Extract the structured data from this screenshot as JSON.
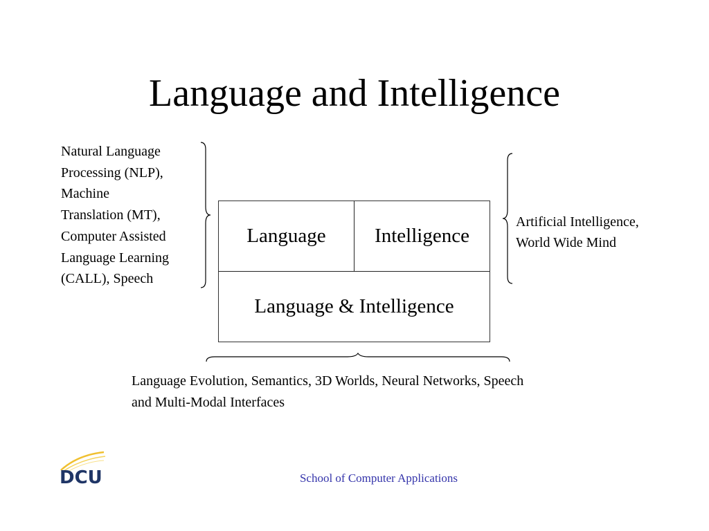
{
  "slide": {
    "title": "Language and Intelligence"
  },
  "diagram": {
    "cells": {
      "language": "Language",
      "intelligence": "Intelligence",
      "combined": "Language & Intelligence"
    },
    "left_annotation": [
      "Natural Language",
      "Processing (NLP),",
      "Machine",
      "Translation (MT),",
      "Computer Assisted",
      "Language Learning",
      "(CALL), Speech"
    ],
    "right_annotation": [
      "Artificial Intelligence,",
      "World Wide Mind"
    ],
    "bottom_annotation": [
      "Language Evolution, Semantics, 3D Worlds, Neural Networks, Speech",
      "and Multi-Modal Interfaces"
    ]
  },
  "footer": {
    "text": "School of Computer Applications",
    "logo_text": "DCU",
    "colors": {
      "footer_text": "#3333aa",
      "logo_text": "#1f3566",
      "logo_swoosh": "#f0c030"
    }
  }
}
